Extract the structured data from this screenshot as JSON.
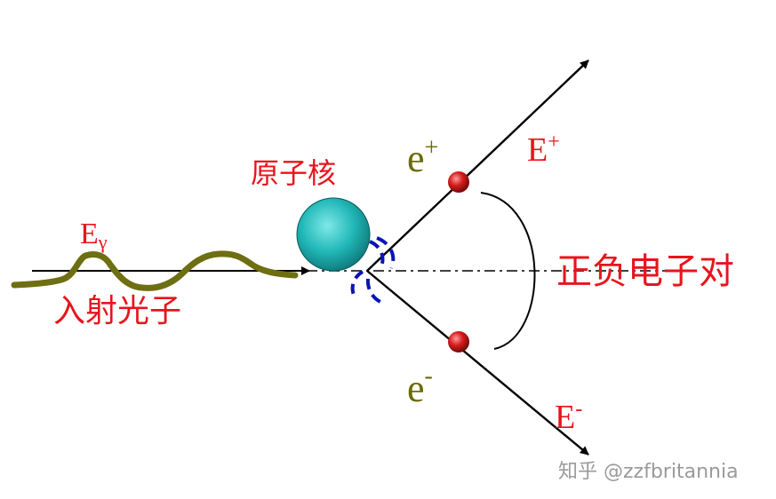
{
  "labels": {
    "nucleus": "原子核",
    "incident_photon": "入射光子",
    "photon_energy_main": "E",
    "photon_energy_sub": "γ",
    "positron_main": "e",
    "positron_sup": "+",
    "electron_main": "e",
    "electron_sup": "-",
    "positron_energy_main": "E",
    "positron_energy_sup": "+",
    "electron_energy_main": "E",
    "electron_energy_sup": "-",
    "pair": "正负电子对",
    "watermark": "知乎 @zzfbritannia"
  },
  "colors": {
    "red_text": "#e8141c",
    "olive": "#6b6b00",
    "photon_wave": "#6e6e12",
    "nucleus": "#22b8b8",
    "particle": "#cc1a1a",
    "arc_blue": "#0a14b4",
    "line": "#000000",
    "watermark": "#9a9a9a"
  }
}
